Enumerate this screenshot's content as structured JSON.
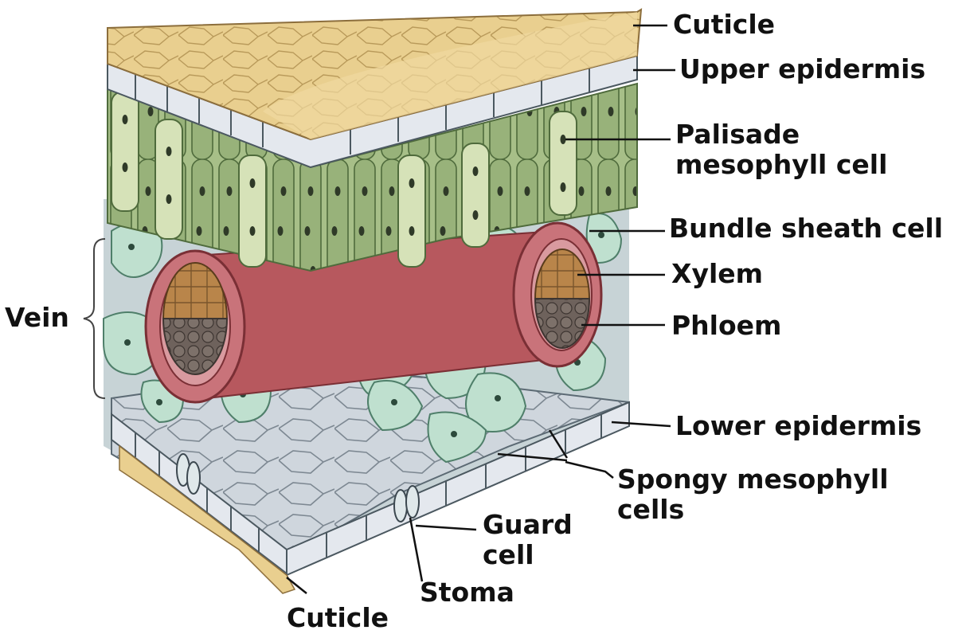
{
  "labels": {
    "cuticle_top": "Cuticle",
    "upper_epidermis": "Upper epidermis",
    "palisade_line1": "Palisade",
    "palisade_line2": "mesophyll cell",
    "bundle_sheath": "Bundle sheath cell",
    "xylem": "Xylem",
    "phloem": "Phloem",
    "vein": "Vein",
    "lower_epidermis": "Lower epidermis",
    "spongy_line1": "Spongy mesophyll",
    "spongy_line2": "cells",
    "guard_line1": "Guard",
    "guard_line2": "cell",
    "stoma": "Stoma",
    "cuticle_bottom": "Cuticle"
  },
  "colors": {
    "cuticle": "#e9cf8f",
    "cuticle_dark": "#c9a864",
    "epidermis": "#e4e8ee",
    "epidermis_edge": "#5c6a74",
    "palisade": "#98b27a",
    "palisade_light": "#d6e2b8",
    "spongy": "#bfe0cf",
    "spongy_dark": "#7fb39c",
    "bundle_sheath": "#c9737a",
    "xylem": "#b9854a",
    "phloem": "#6e625c",
    "vein_strand": "#b7585e",
    "background_cells": "#cfd6dd"
  }
}
